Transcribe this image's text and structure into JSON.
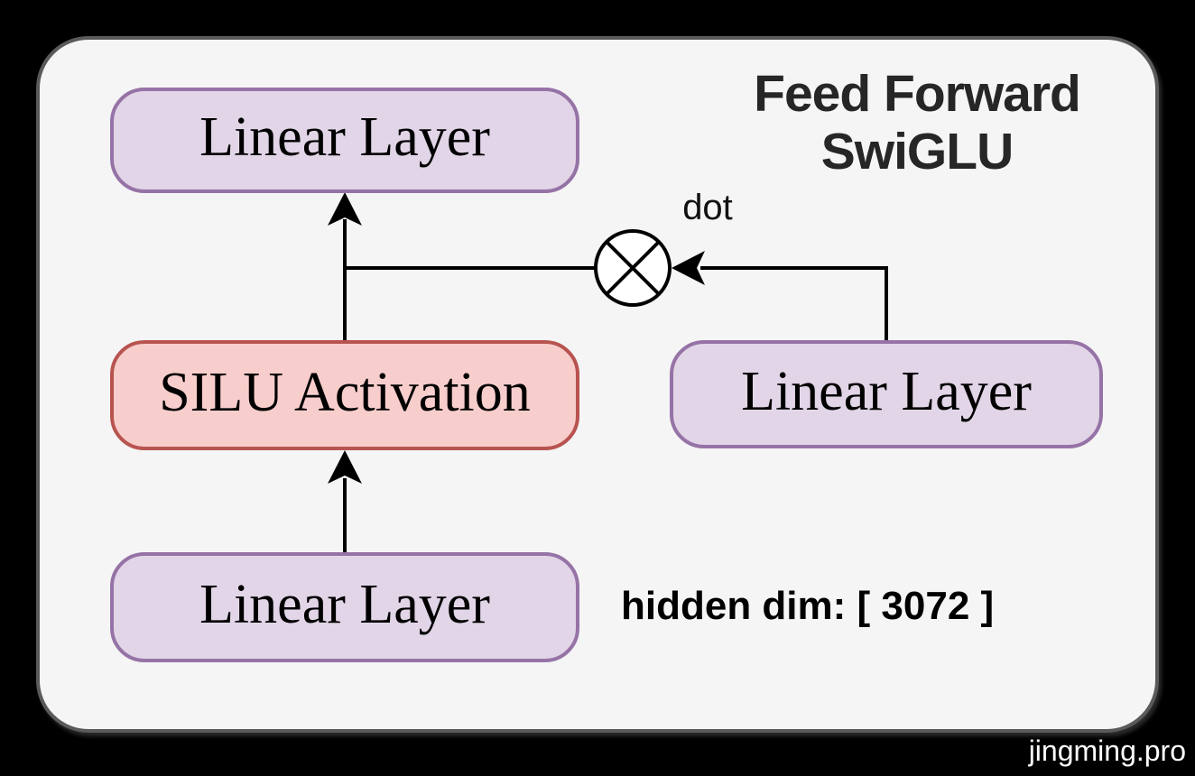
{
  "page": {
    "background_color": "#000000"
  },
  "card": {
    "background_color": "#f5f5f5",
    "border_color": "#5a5a5a"
  },
  "title": {
    "line1": "Feed Forward",
    "line2": "SwiGLU",
    "color": "#262626"
  },
  "diagram": {
    "nodes": [
      {
        "id": "linear-layer-top",
        "label": "Linear Layer",
        "fill": "#e1d5e7",
        "stroke": "#9673a6"
      },
      {
        "id": "silu-activation",
        "label": "SILU Activation",
        "fill": "#f8cecc",
        "stroke": "#b85450"
      },
      {
        "id": "linear-layer-bottom",
        "label": "Linear Layer",
        "fill": "#e1d5e7",
        "stroke": "#9673a6"
      },
      {
        "id": "linear-layer-right",
        "label": "Linear Layer",
        "fill": "#e1d5e7",
        "stroke": "#9673a6"
      }
    ],
    "operator": {
      "id": "dot-product",
      "label": "dot",
      "symbol": "circle-cross",
      "fill": "#ffffff",
      "stroke": "#000000"
    },
    "edges": [
      {
        "from": "linear-layer-bottom",
        "to": "silu-activation"
      },
      {
        "from": "silu-activation",
        "to": "linear-layer-top"
      },
      {
        "from": "linear-layer-right",
        "to": "dot-product"
      },
      {
        "from": "dot-product",
        "to": "linear-layer-top"
      }
    ],
    "line_color": "#000000"
  },
  "annotations": {
    "hidden_dim": "hidden dim: [ 3072 ]"
  },
  "watermark": {
    "text": "jingming.pro",
    "color": "#fefefe"
  }
}
